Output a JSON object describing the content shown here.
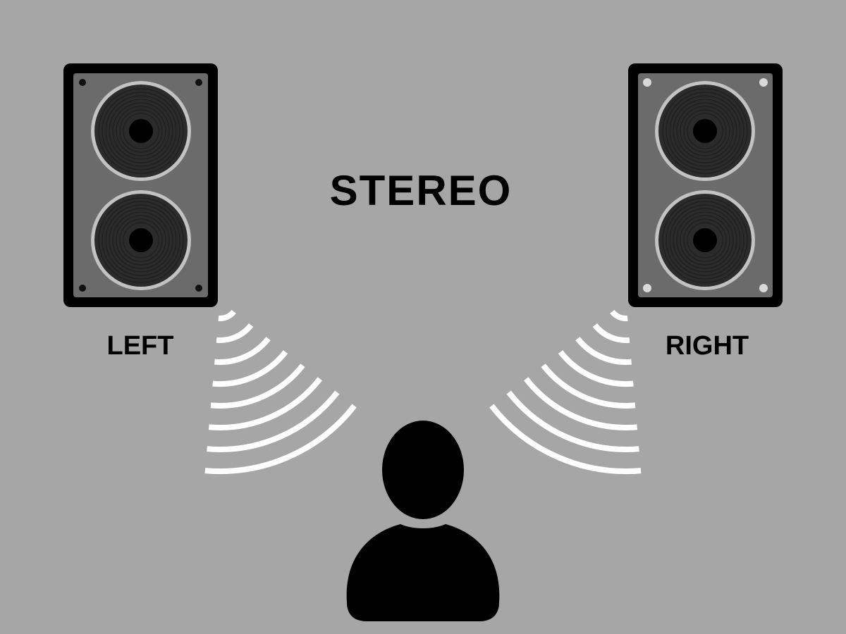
{
  "diagram": {
    "title": "STEREO",
    "left_speaker": {
      "label": "LEFT",
      "icon": "speaker-icon",
      "screw_color": "#111111"
    },
    "right_speaker": {
      "label": "RIGHT",
      "icon": "speaker-icon",
      "screw_color": "#d9d9d9"
    },
    "listener": {
      "icon": "person-icon"
    },
    "sound_waves": {
      "icon": "sound-wave-icon",
      "arc_count": 8,
      "color": "#ffffff"
    },
    "colors": {
      "background": "#a6a6a6",
      "cabinet_outer": "#000000",
      "cabinet_panel": "#6b6b6b",
      "cone_ring": "#c2c2c2",
      "cone": "#2b2b2b",
      "text": "#000000"
    }
  }
}
